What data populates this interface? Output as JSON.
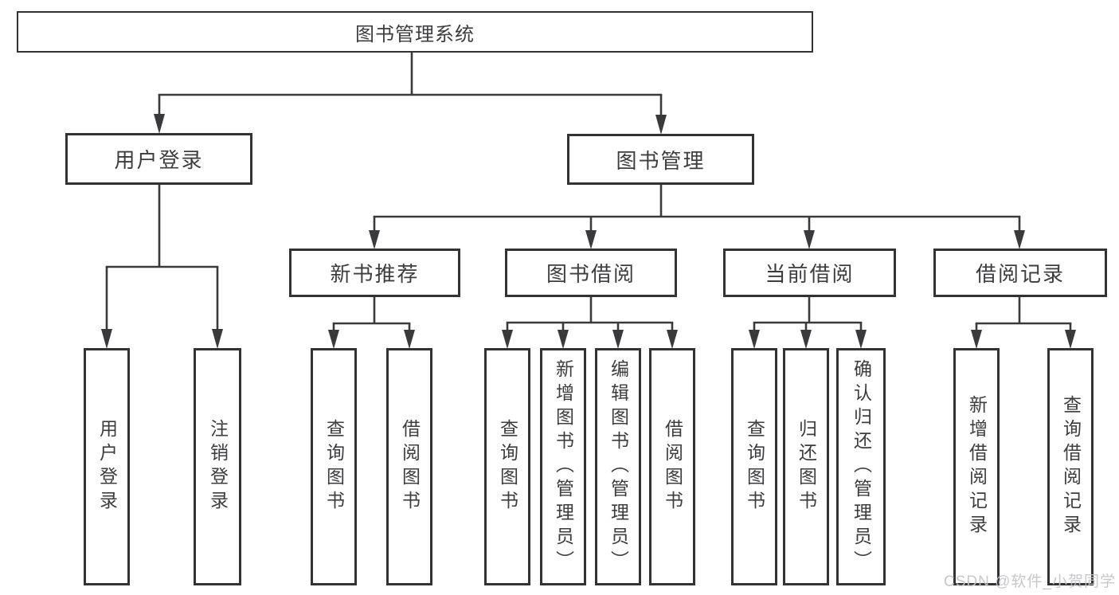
{
  "tree": {
    "root": "图书管理系统",
    "user_login": {
      "label": "用户登录",
      "children": [
        "用户登录",
        "注销登录"
      ]
    },
    "book_management": {
      "label": "图书管理"
    },
    "new_books": {
      "label": "新书推荐",
      "children": [
        "查询图书",
        "借阅图书"
      ]
    },
    "borrowing": {
      "label": "图书借阅",
      "children": [
        "查询图书",
        "新增图书（管理员）",
        "编辑图书（管理员）",
        "借阅图书"
      ]
    },
    "current_borrow": {
      "label": "当前借阅",
      "children": [
        "查询图书",
        "归还图书",
        "确认归还（管理员）"
      ]
    },
    "records": {
      "label": "借阅记录",
      "children": [
        "新增借阅记录",
        "查询借阅记录"
      ]
    }
  },
  "watermark": "CSDN @软件_小贺同学",
  "colors": {
    "line": "#3a3a3c",
    "box_border": "#333336",
    "text": "#3d3d3f",
    "watermark": "#c5c5c7",
    "background": "#ffffff"
  }
}
